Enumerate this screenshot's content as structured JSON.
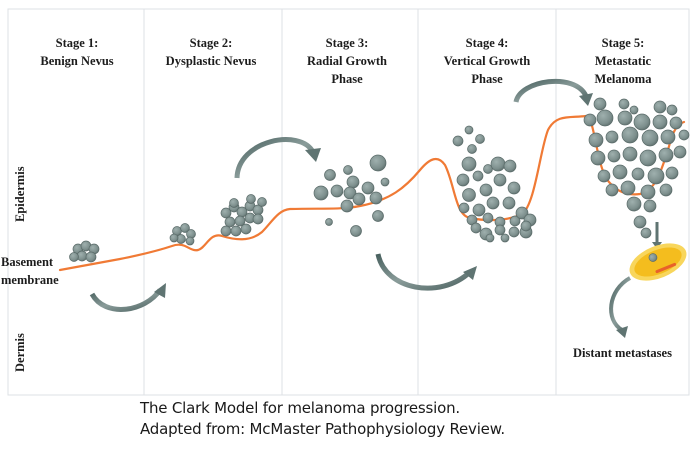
{
  "diagram": {
    "title": "The Clark Model for melanoma progression",
    "colors": {
      "cell_fill": "#7d8f8d",
      "cell_stroke": "#5a6b69",
      "membrane": "#f07a35",
      "arrow": "#5f7472",
      "panel_border": "#d9dde0",
      "vessel_outer": "#f6c945",
      "vessel_inner": "#f2b71c",
      "vessel_stripe": "#e8612a"
    },
    "stages": [
      {
        "number": "Stage 1:",
        "lines": [
          "Benign Nevus"
        ]
      },
      {
        "number": "Stage 2:",
        "lines": [
          "Dysplastic Nevus"
        ]
      },
      {
        "number": "Stage 3:",
        "lines": [
          "Radial Growth",
          "Phase"
        ]
      },
      {
        "number": "Stage 4:",
        "lines": [
          "Vertical Growth",
          "Phase"
        ]
      },
      {
        "number": "Stage 5:",
        "lines": [
          "Metastatic",
          "Melanoma"
        ]
      }
    ],
    "layers": {
      "epidermis": "Epidermis",
      "basement_line1": "Basement",
      "basement_line2": "membrane",
      "dermis": "Dermis"
    },
    "annotations": {
      "distant_metastases": "Distant metastases"
    }
  },
  "caption": {
    "line1": "The Clark Model for melanoma progression.",
    "line2": "Adapted from: McMaster Pathophysiology Review."
  }
}
